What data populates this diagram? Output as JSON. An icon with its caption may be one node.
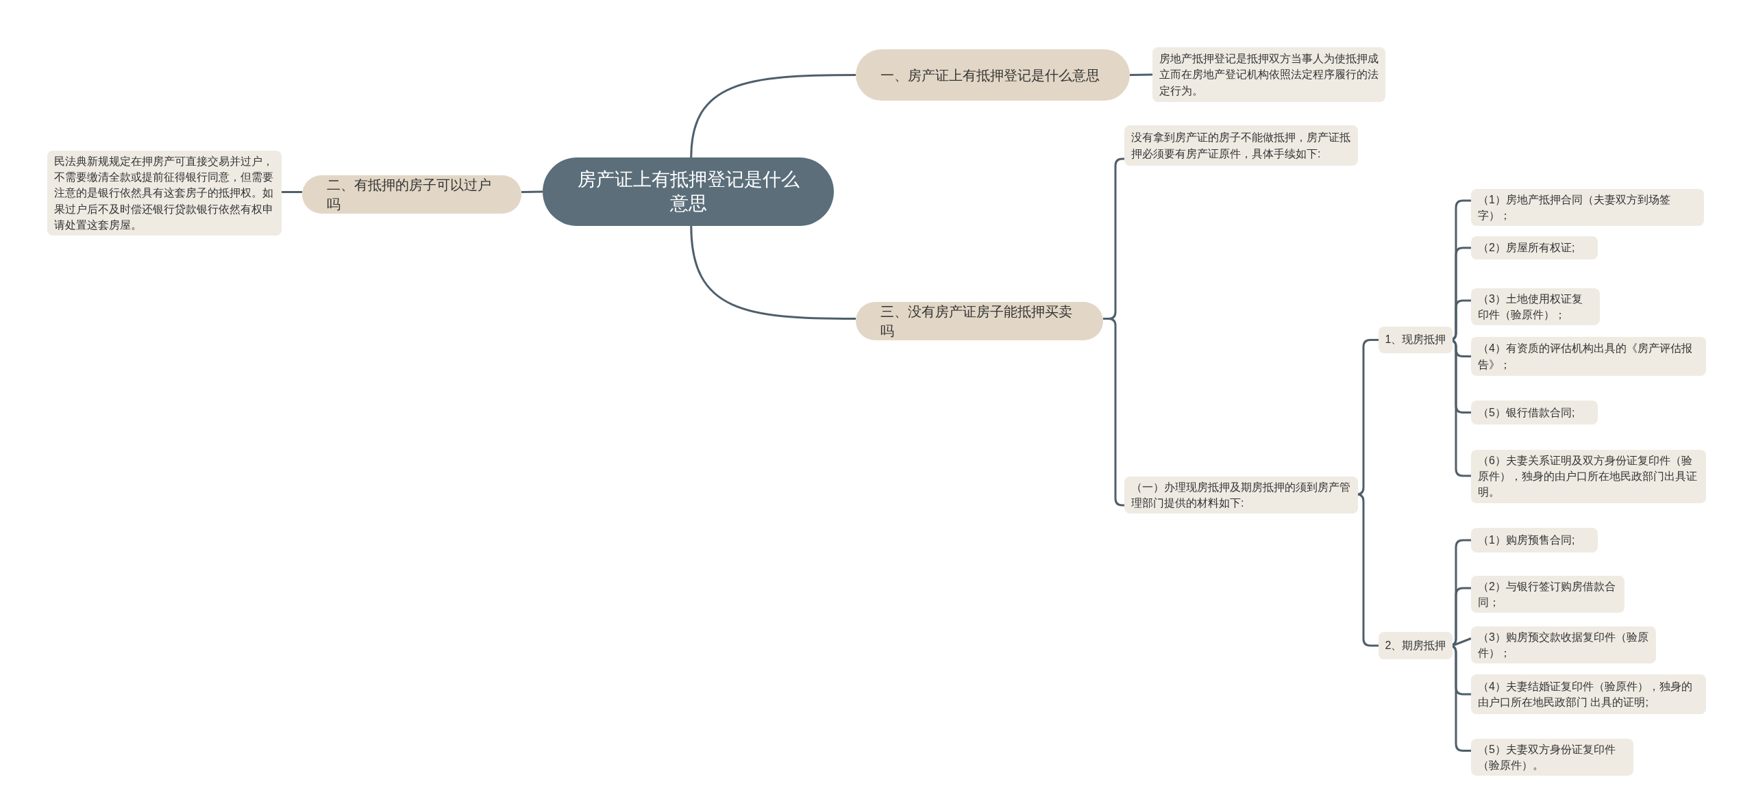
{
  "diagram": {
    "nodes": [
      {
        "text": [
          "房产证上有抵押登记是什么意思"
        ]
      },
      {
        "text": [
          "一、房产证上有抵押登记是什么意思"
        ]
      },
      {
        "text": [
          "房地产抵押登记是抵押双方当事人为使抵押成立而在房地产登记机构依照法定程序履行的法定行为。"
        ]
      },
      {
        "text": [
          "二、有抵押的房子可以过户吗"
        ]
      },
      {
        "text": [
          "民法典新规规定在押房产可直接交易并过户，不需要缴清全款或提前征得银行同意，但需要注意的是银行依然具有这套房子的抵押权。如果过户后不及时偿还银行贷款银行依然有权申请处置这套房屋。"
        ]
      },
      {
        "text": [
          "三、没有房产证房子能抵押买卖吗"
        ]
      },
      {
        "text": [
          "没有拿到房产证的房子不能做抵押，房产证抵押必须要有房产证原件，具体手续如下:"
        ]
      },
      {
        "text": [
          "（一）办理现房抵押及期房抵押的须到房产管理部门提供的材料如下:"
        ]
      },
      {
        "text": [
          "1、现房抵押"
        ]
      },
      {
        "text": [
          "（1）房地产抵押合同（夫妻双方到场签字）；"
        ]
      },
      {
        "text": [
          "（2）房屋所有权证;"
        ]
      },
      {
        "text": [
          "（3）土地使用权证复印件（验原件）；"
        ]
      },
      {
        "text": [
          "（4）有资质的评估机构出具的《房产评估报告》；"
        ]
      },
      {
        "text": [
          "（5）银行借款合同;"
        ]
      },
      {
        "text": [
          "（6）夫妻关系证明及双方身份证复印件（验原件），独身的由户口所在地民政部门出具证明。"
        ]
      },
      {
        "text": [
          "2、期房抵押"
        ]
      },
      {
        "text": [
          "（1）购房预售合同;"
        ]
      },
      {
        "text": [
          "（2）与银行签订购房借款合同；"
        ]
      },
      {
        "text": [
          "（3）购房预交款收据复印件（验原件）；"
        ]
      },
      {
        "text": [
          "（4）夫妻结婚证复印件（验原件），独身的由户口所在地民政部门 出具的证明;"
        ]
      },
      {
        "text": [
          "（5）夫妻双方身份证复印件（验原件）。"
        ]
      }
    ],
    "edges": [
      {
        "from": 0,
        "to": 1,
        "arrow": "none"
      },
      {
        "from": 0,
        "to": 3,
        "arrow": "none"
      },
      {
        "from": 0,
        "to": 5,
        "arrow": "none"
      },
      {
        "from": 1,
        "to": 2,
        "arrow": "none"
      },
      {
        "from": 3,
        "to": 4,
        "arrow": "none"
      },
      {
        "from": 5,
        "to": 6,
        "arrow": "none"
      },
      {
        "from": 5,
        "to": 7,
        "arrow": "none"
      },
      {
        "from": 7,
        "to": 8,
        "arrow": "none"
      },
      {
        "from": 7,
        "to": 15,
        "arrow": "none"
      },
      {
        "from": 8,
        "to": 9,
        "arrow": "none"
      },
      {
        "from": 8,
        "to": 10,
        "arrow": "none"
      },
      {
        "from": 8,
        "to": 11,
        "arrow": "none"
      },
      {
        "from": 8,
        "to": 12,
        "arrow": "none"
      },
      {
        "from": 8,
        "to": 13,
        "arrow": "none"
      },
      {
        "from": 8,
        "to": 14,
        "arrow": "none"
      },
      {
        "from": 15,
        "to": 16,
        "arrow": "none"
      },
      {
        "from": 15,
        "to": 17,
        "arrow": "none"
      },
      {
        "from": 15,
        "to": 18,
        "arrow": "none"
      },
      {
        "from": 15,
        "to": 19,
        "arrow": "none"
      },
      {
        "from": 15,
        "to": 20,
        "arrow": "none"
      }
    ]
  }
}
